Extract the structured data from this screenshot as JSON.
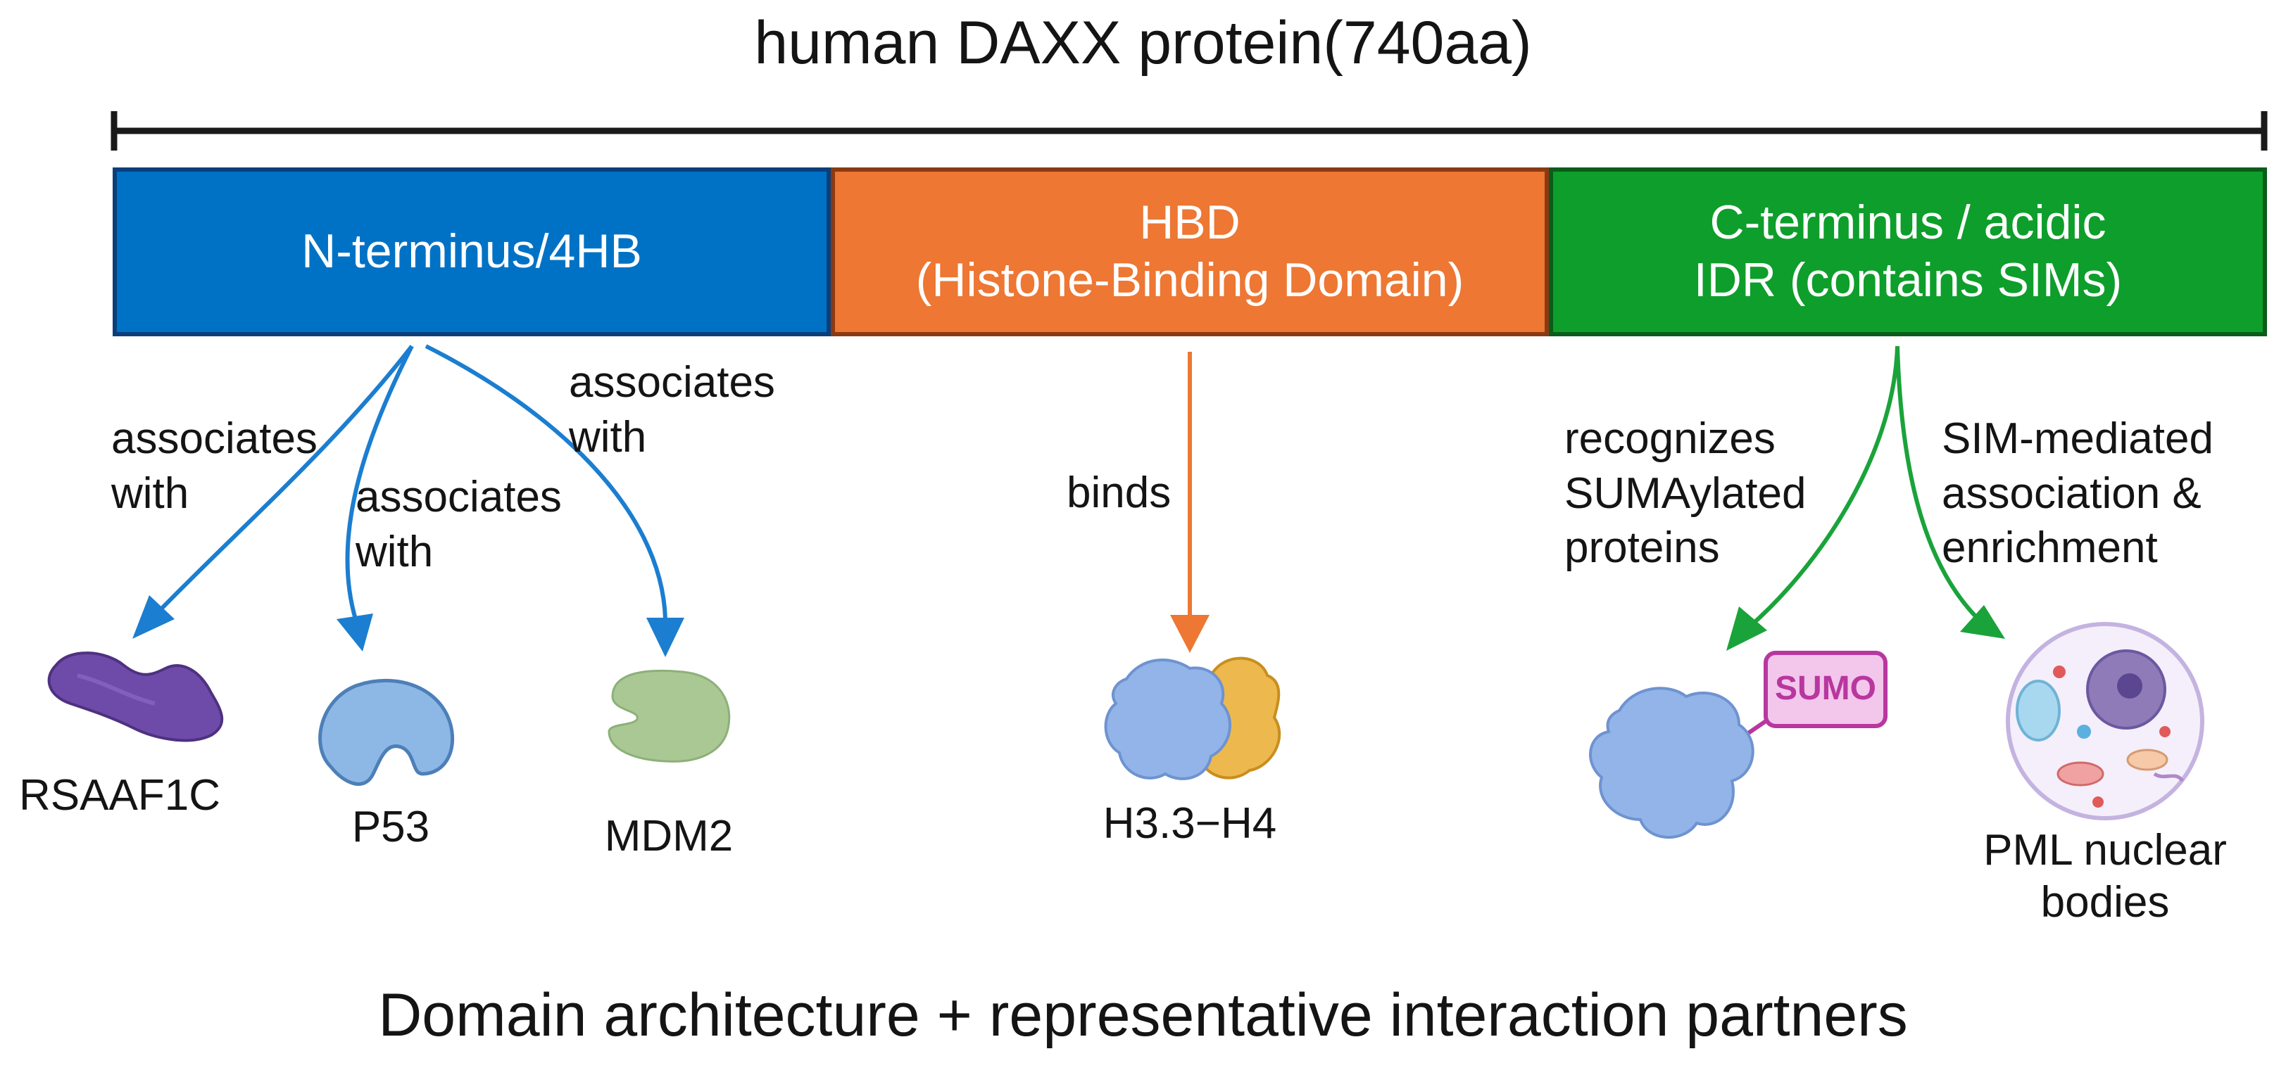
{
  "title": "human DAXX protein(740aa)",
  "footer": "Domain architecture + representative interaction partners",
  "colors": {
    "n_terminus": "#0072C6",
    "n_terminus_border": "#0B3F7A",
    "hbd": "#ED7733",
    "hbd_border": "#8A3A12",
    "c_terminus": "#0E9E2B",
    "c_terminus_border": "#0A5C1A",
    "arrow_blue": "#1B7ED0",
    "arrow_orange": "#ED7733",
    "arrow_green": "#1AA33A",
    "sumo_tag": "#B8379F"
  },
  "domains": [
    {
      "label": "N-terminus/4HB"
    },
    {
      "label": "HBD\n(Histone-Binding Domain)"
    },
    {
      "label": "C-terminus / acidic\nIDR (contains SIMs)"
    }
  ],
  "edges": [
    {
      "label": "associates\nwith"
    },
    {
      "label": "associates\nwith"
    },
    {
      "label": "associates\nwith"
    },
    {
      "label": "binds"
    },
    {
      "label": "recognizes\nSUMAylated\nproteins"
    },
    {
      "label": "SIM-mediated\nassociation &\nenrichment"
    }
  ],
  "partners": [
    {
      "label": "RSAAF1C",
      "icon": "elongated-protein-icon"
    },
    {
      "label": "P53",
      "icon": "p53-protein-icon"
    },
    {
      "label": "MDM2",
      "icon": "mdm2-protein-icon"
    },
    {
      "label": "H3.3−H4",
      "icon": "histone-dimer-icon"
    },
    {
      "label": "",
      "icon": "sumoylated-protein-icon",
      "tag": "SUMO"
    },
    {
      "label": "PML nuclear\nbodies",
      "icon": "cell-icon"
    }
  ]
}
